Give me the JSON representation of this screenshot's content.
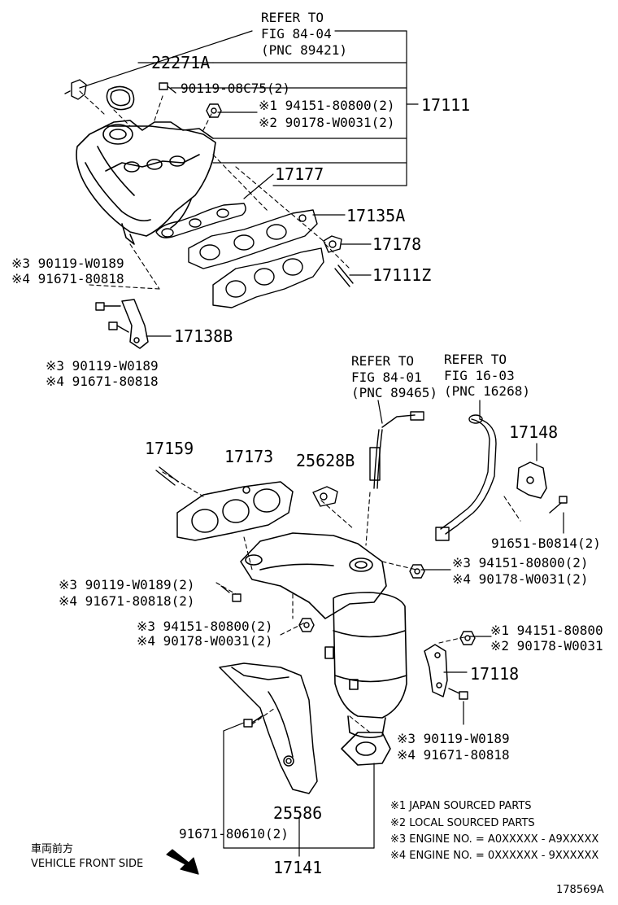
{
  "refs": {
    "top": [
      "REFER TO",
      "FIG 84-04",
      "(PNC 89421)"
    ],
    "sensor": [
      "REFER TO",
      "FIG 84-01",
      "(PNC 89465)"
    ],
    "pipe": [
      "REFER TO",
      "FIG 16-03",
      "(PNC 16268)"
    ]
  },
  "parts": {
    "p22271A": "22271A",
    "p90119_08C75": "90119-08C75(2)",
    "p94151_80800_2a": "※1 94151-80800(2)",
    "p90178_W0031_2a": "※2 90178-W0031(2)",
    "p17111": "17111",
    "p17177": "17177",
    "p17135A": "17135A",
    "p17178": "17178",
    "p17111Z": "17111Z",
    "p90119_W0189_a": "※3 90119-W0189",
    "p91671_80818_a": "※4 91671-80818",
    "p17138B": "17138B",
    "p90119_W0189_b": "※3 90119-W0189",
    "p91671_80818_b": "※4 91671-80818",
    "p17148": "17148",
    "p91651_B0814": "91651-B0814(2)",
    "p17159": "17159",
    "p17173": "17173",
    "p25628B": "25628B",
    "p94151_80800_2b": "※3 94151-80800(2)",
    "p90178_W0031_2b": "※4 90178-W0031(2)",
    "p90119_W0189_2": "※3 90119-W0189(2)",
    "p91671_80818_2": "※4 91671-80818(2)",
    "p94151_80800_2c": "※3 94151-80800(2)",
    "p90178_W0031_2c": "※4 90178-W0031(2)",
    "p94151_80800_c": "※1 94151-80800",
    "p90178_W0031_c": "※2 90178-W0031",
    "p17118": "17118",
    "p90119_W0189_c": "※3 90119-W0189",
    "p91671_80818_c": "※4 91671-80818",
    "p25586": "25586",
    "p91671_80610": "91671-80610(2)",
    "p17141": "17141"
  },
  "legend": [
    "※1 JAPAN SOURCED PARTS",
    "※2 LOCAL SOURCED PARTS",
    "※3 ENGINE NO. = A0XXXXX - A9XXXXX",
    "※4 ENGINE NO. = 0XXXXXX - 9XXXXXX"
  ],
  "front": {
    "jp": "車両前方",
    "en": "VEHICLE FRONT SIDE"
  },
  "figure_id": "178569A"
}
